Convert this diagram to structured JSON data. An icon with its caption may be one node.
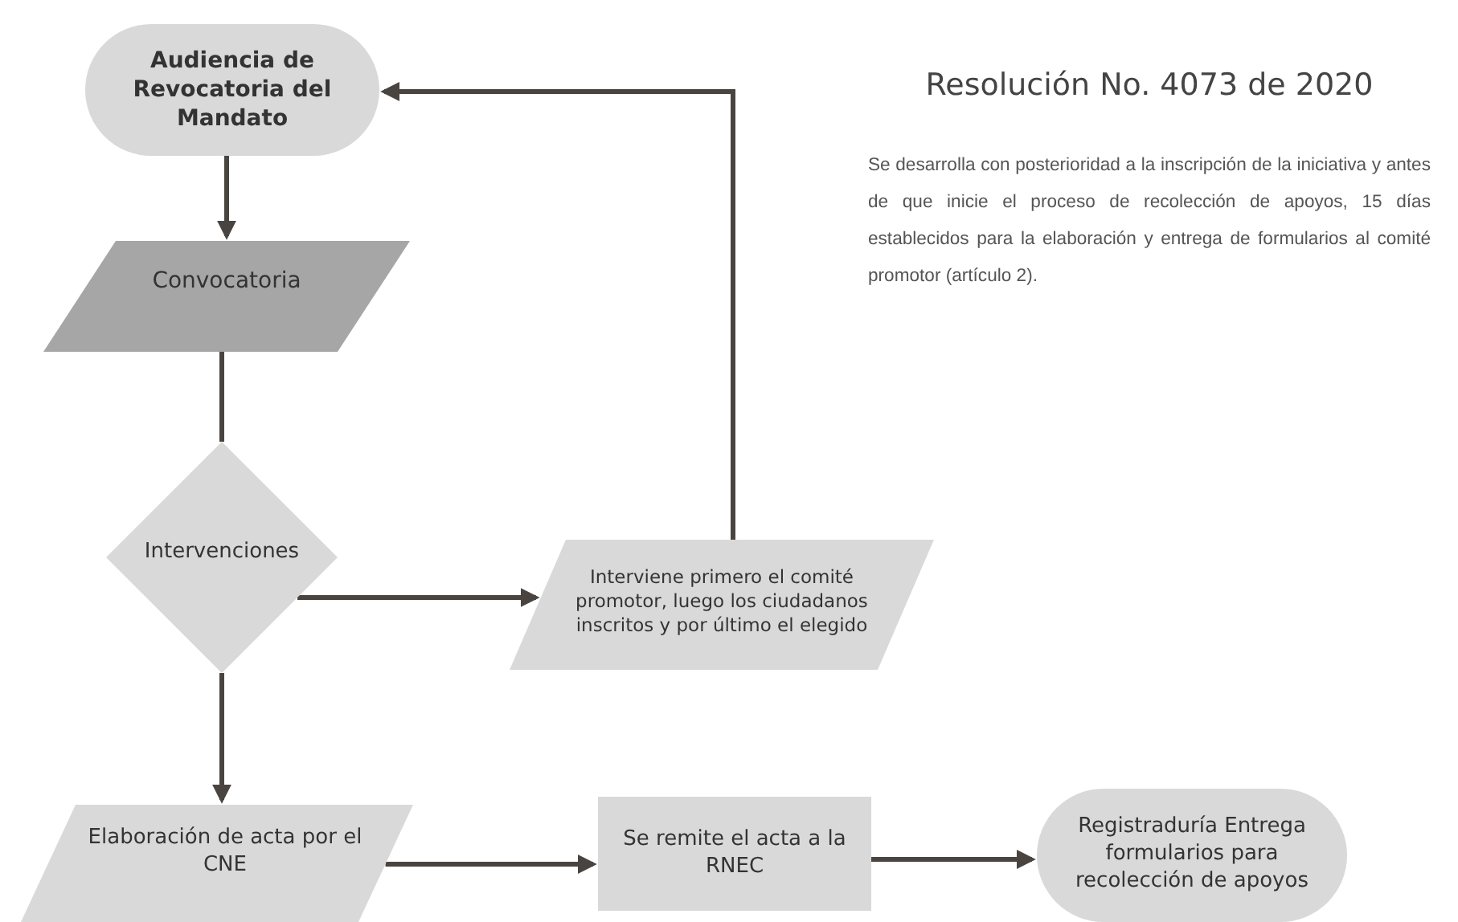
{
  "diagram": {
    "nodes": [
      {
        "text": [
          "Audiencia de Revocatoria del Mandato"
        ]
      },
      {
        "text": [
          "Convocatoria"
        ]
      },
      {
        "text": [
          "Intervenciones"
        ]
      },
      {
        "text": [
          "Interviene primero el comité promotor, luego los ciudadanos inscritos y por último el elegido"
        ]
      },
      {
        "text": [
          "Elaboración de acta por el CNE"
        ]
      },
      {
        "text": [
          "Se remite el acta a la RNEC"
        ]
      },
      {
        "text": [
          "Registraduría Entrega formularios para recolección de apoyos"
        ]
      }
    ],
    "edges": [
      {
        "from": 0,
        "to": 1,
        "arrow": "to"
      },
      {
        "from": 1,
        "to": 2,
        "arrow": "none"
      },
      {
        "from": 2,
        "to": 3,
        "arrow": "to"
      },
      {
        "from": 3,
        "to": 0,
        "arrow": "to"
      },
      {
        "from": 2,
        "to": 4,
        "arrow": "to"
      },
      {
        "from": 4,
        "to": 5,
        "arrow": "to"
      },
      {
        "from": 5,
        "to": 6,
        "arrow": "to"
      }
    ],
    "labels": [
      "Resolución No. 4073 de 2020",
      "Se desarrolla con posterioridad a la inscripción de la iniciativa y antes de que inicie el proceso de recolección de apoyos, 15 días establecidos para la elaboración y entrega de formularios al comité promotor (artículo 2)."
    ]
  }
}
